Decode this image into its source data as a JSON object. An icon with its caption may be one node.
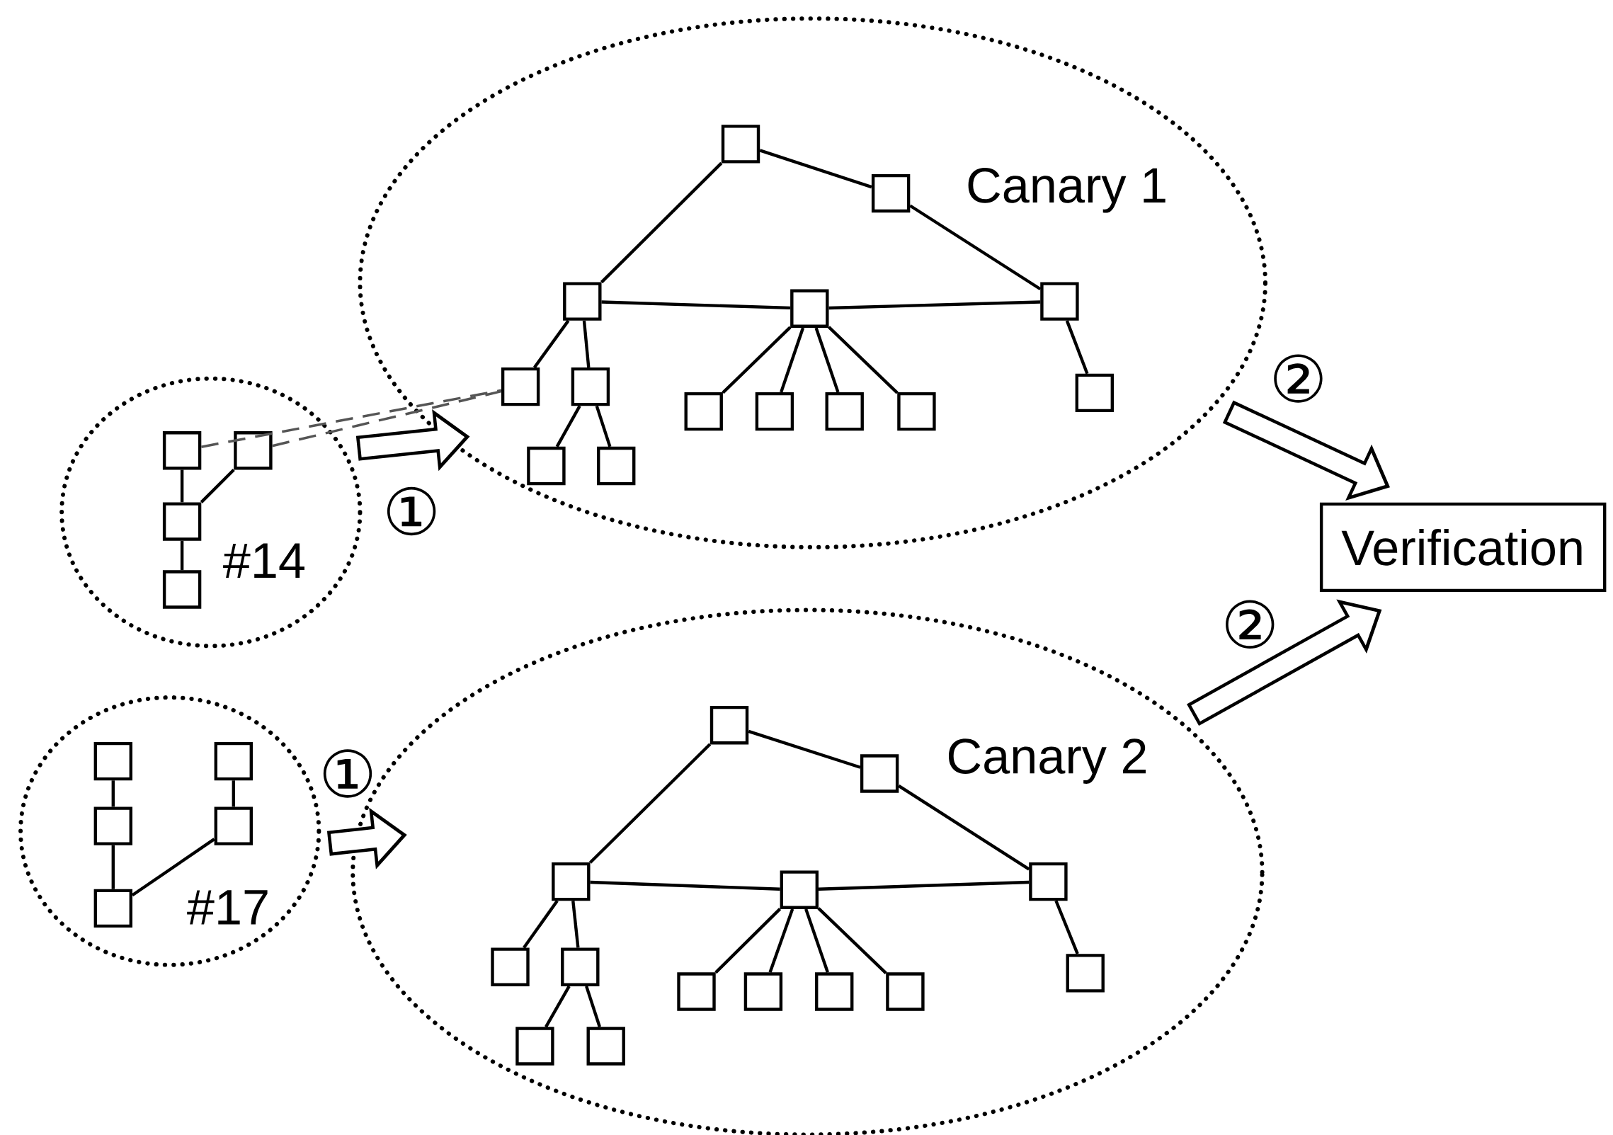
{
  "diagram": {
    "nodes": [
      {
        "text": [
          "Canary 1"
        ]
      },
      {
        "text": [],
        "shape": "box",
        "in": 0
      },
      {
        "text": [],
        "shape": "box",
        "in": 0
      },
      {
        "text": [],
        "shape": "box",
        "in": 0
      },
      {
        "text": [],
        "shape": "box",
        "in": 0
      },
      {
        "text": [],
        "shape": "box",
        "in": 0
      },
      {
        "text": [],
        "shape": "box",
        "in": 0
      },
      {
        "text": [],
        "shape": "box",
        "in": 0
      },
      {
        "text": [],
        "shape": "box",
        "in": 0
      },
      {
        "text": [],
        "shape": "box",
        "in": 0
      },
      {
        "text": [],
        "shape": "box",
        "in": 0
      },
      {
        "text": [],
        "shape": "box",
        "in": 0
      },
      {
        "text": [],
        "shape": "box",
        "in": 0
      },
      {
        "text": [],
        "shape": "box",
        "in": 0
      },
      {
        "text": [],
        "shape": "box",
        "in": 0
      },
      {
        "text": [
          "#14"
        ]
      },
      {
        "text": [],
        "shape": "box",
        "in": 15
      },
      {
        "text": [],
        "shape": "box",
        "in": 15
      },
      {
        "text": [],
        "shape": "box",
        "in": 15
      },
      {
        "text": [],
        "shape": "box",
        "in": 15
      },
      {
        "text": [
          "Verification"
        ]
      },
      {
        "text": [
          "Canary 2"
        ]
      },
      {
        "text": [],
        "shape": "box",
        "in": 21
      },
      {
        "text": [],
        "shape": "box",
        "in": 21
      },
      {
        "text": [],
        "shape": "box",
        "in": 21
      },
      {
        "text": [],
        "shape": "box",
        "in": 21
      },
      {
        "text": [],
        "shape": "box",
        "in": 21
      },
      {
        "text": [],
        "shape": "box",
        "in": 21
      },
      {
        "text": [],
        "shape": "box",
        "in": 21
      },
      {
        "text": [],
        "shape": "box",
        "in": 21
      },
      {
        "text": [],
        "shape": "box",
        "in": 21
      },
      {
        "text": [],
        "shape": "box",
        "in": 21
      },
      {
        "text": [],
        "shape": "box",
        "in": 21
      },
      {
        "text": [],
        "shape": "box",
        "in": 21
      },
      {
        "text": [],
        "shape": "box",
        "in": 21
      },
      {
        "text": [],
        "shape": "box",
        "in": 21
      },
      {
        "text": [
          "#17"
        ]
      },
      {
        "text": [],
        "shape": "box",
        "in": 36
      },
      {
        "text": [],
        "shape": "box",
        "in": 36
      },
      {
        "text": [],
        "shape": "box",
        "in": 36
      },
      {
        "text": [],
        "shape": "box",
        "in": 36
      },
      {
        "text": [],
        "shape": "box",
        "in": 36
      }
    ],
    "edges": [
      {
        "from": 1,
        "to": 2,
        "arrow": "none"
      },
      {
        "from": 1,
        "to": 3,
        "arrow": "none"
      },
      {
        "from": 2,
        "to": 5,
        "arrow": "none"
      },
      {
        "from": 3,
        "to": 4,
        "arrow": "none"
      },
      {
        "from": 4,
        "to": 5,
        "arrow": "none"
      },
      {
        "from": 3,
        "to": 6,
        "arrow": "none"
      },
      {
        "from": 3,
        "to": 7,
        "arrow": "none"
      },
      {
        "from": 4,
        "to": 8,
        "arrow": "none"
      },
      {
        "from": 4,
        "to": 9,
        "arrow": "none"
      },
      {
        "from": 4,
        "to": 10,
        "arrow": "none"
      },
      {
        "from": 4,
        "to": 11,
        "arrow": "none"
      },
      {
        "from": 5,
        "to": 12,
        "arrow": "none"
      },
      {
        "from": 7,
        "to": 13,
        "arrow": "none"
      },
      {
        "from": 7,
        "to": 14,
        "arrow": "none"
      },
      {
        "from": 16,
        "to": 18,
        "arrow": "none"
      },
      {
        "from": 17,
        "to": 18,
        "arrow": "none"
      },
      {
        "from": 18,
        "to": 19,
        "arrow": "none"
      },
      {
        "from": 16,
        "to": 6,
        "arrow": "none",
        "style": "dashed",
        "color": "#555555"
      },
      {
        "from": 17,
        "to": 6,
        "arrow": "none",
        "style": "dashed",
        "color": "#555555"
      },
      {
        "from": 15,
        "to": 0,
        "arrow": "to",
        "label": "①",
        "style": "thick"
      },
      {
        "from": 0,
        "to": 20,
        "arrow": "to",
        "label": "②",
        "style": "thick"
      },
      {
        "from": 22,
        "to": 23,
        "arrow": "none"
      },
      {
        "from": 22,
        "to": 24,
        "arrow": "none"
      },
      {
        "from": 23,
        "to": 26,
        "arrow": "none"
      },
      {
        "from": 24,
        "to": 25,
        "arrow": "none"
      },
      {
        "from": 25,
        "to": 26,
        "arrow": "none"
      },
      {
        "from": 24,
        "to": 27,
        "arrow": "none"
      },
      {
        "from": 24,
        "to": 28,
        "arrow": "none"
      },
      {
        "from": 25,
        "to": 29,
        "arrow": "none"
      },
      {
        "from": 25,
        "to": 30,
        "arrow": "none"
      },
      {
        "from": 25,
        "to": 31,
        "arrow": "none"
      },
      {
        "from": 25,
        "to": 32,
        "arrow": "none"
      },
      {
        "from": 26,
        "to": 33,
        "arrow": "none"
      },
      {
        "from": 28,
        "to": 34,
        "arrow": "none"
      },
      {
        "from": 28,
        "to": 35,
        "arrow": "none"
      },
      {
        "from": 37,
        "to": 39,
        "arrow": "none"
      },
      {
        "from": 39,
        "to": 41,
        "arrow": "none"
      },
      {
        "from": 38,
        "to": 40,
        "arrow": "none"
      },
      {
        "from": 40,
        "to": 41,
        "arrow": "none"
      },
      {
        "from": 21,
        "to": 20,
        "arrow": "to",
        "label": "②",
        "style": "thick"
      },
      {
        "from": 36,
        "to": 21,
        "arrow": "to",
        "label": "①",
        "style": "thick"
      }
    ]
  }
}
